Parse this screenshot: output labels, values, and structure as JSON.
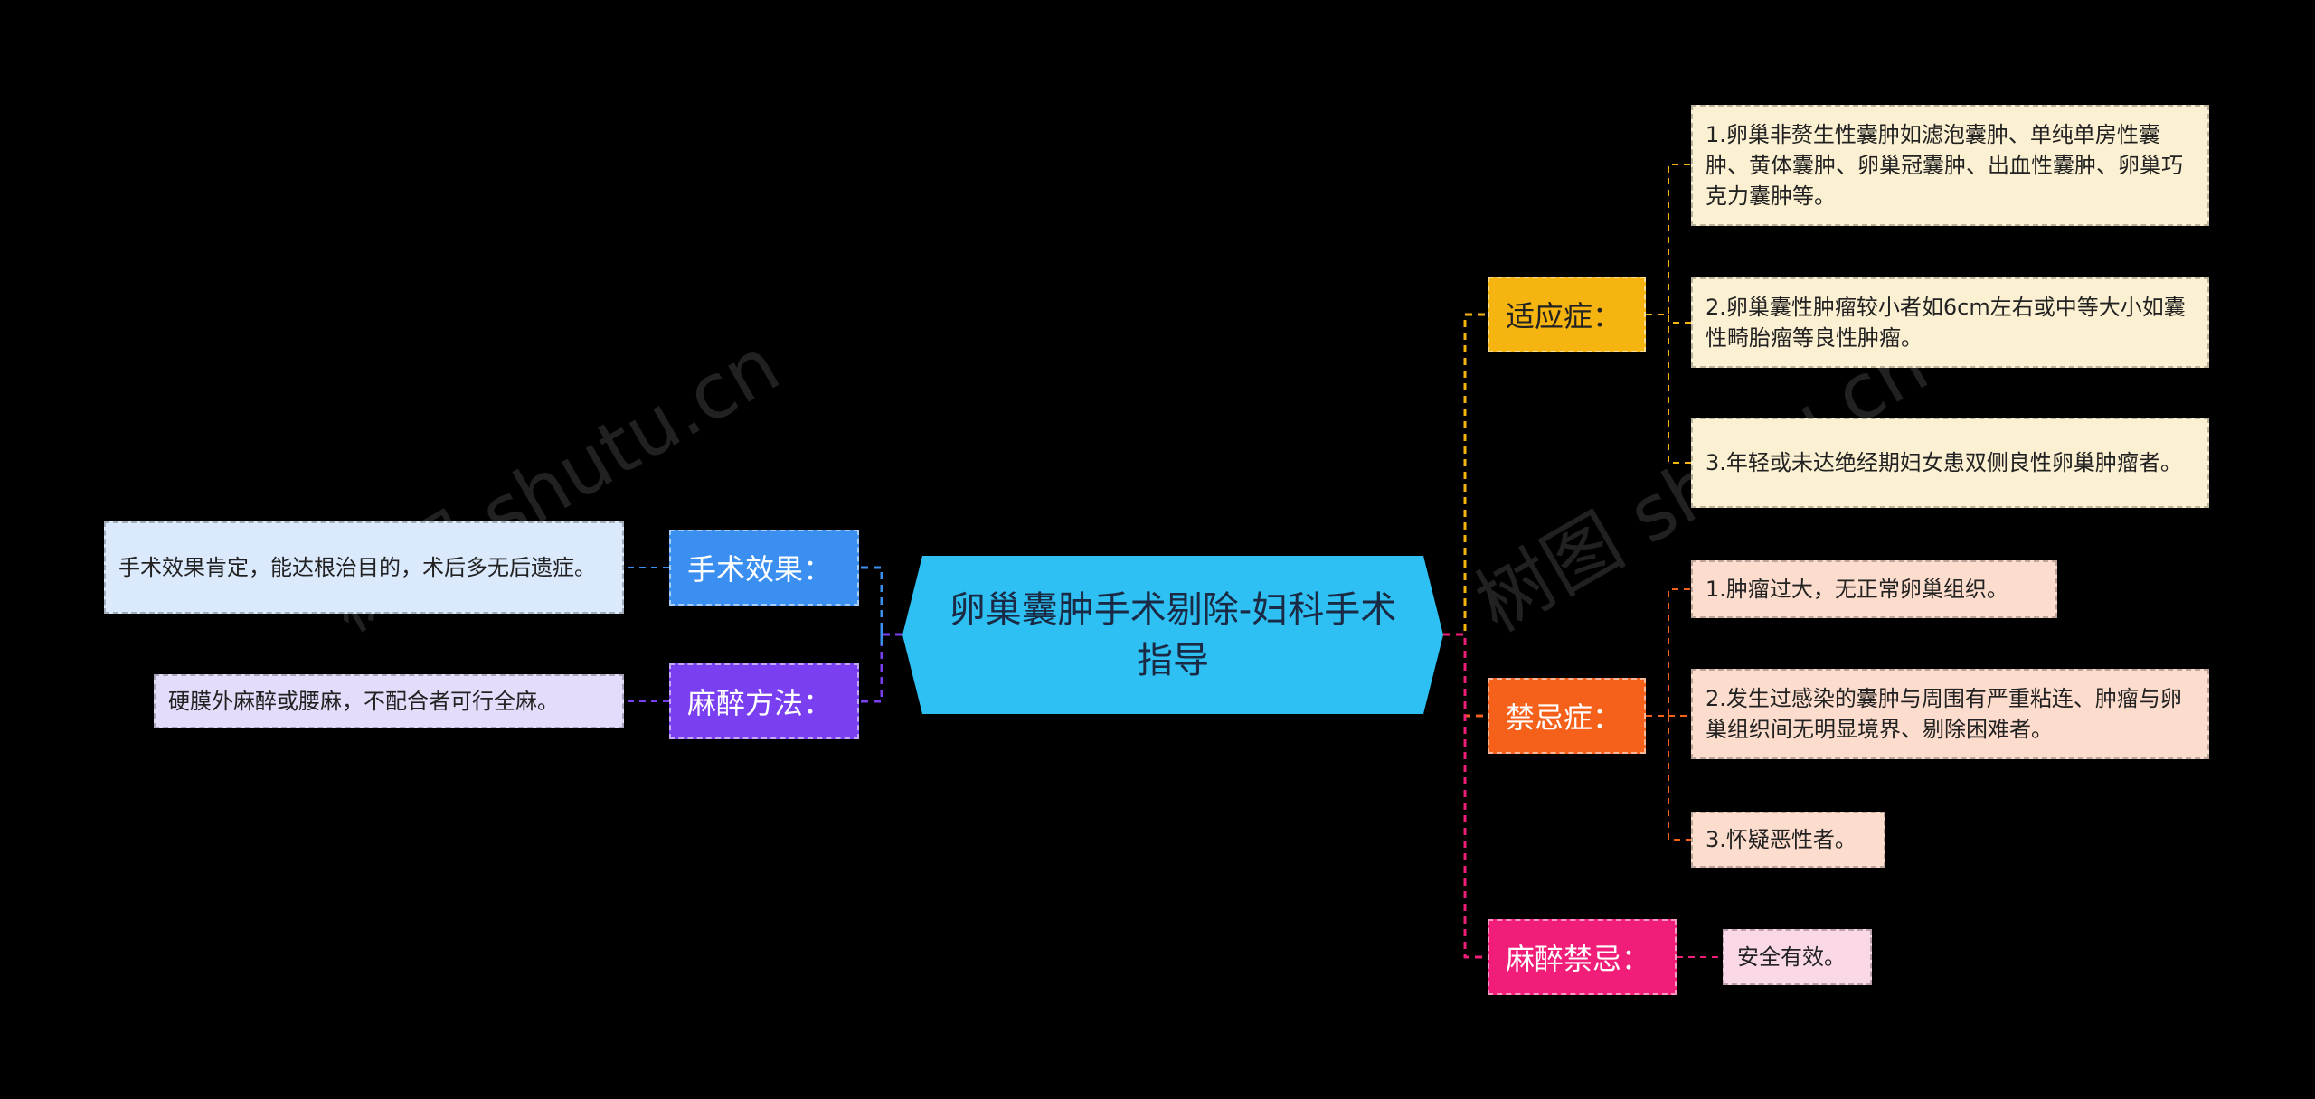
{
  "central": "卵巢囊肿手术剔除-妇科手术指导",
  "watermark": "树图 shutu.cn",
  "branches": {
    "effect": {
      "label": "手术效果：",
      "color": "#3a8ff0",
      "leaves": [
        "手术效果肯定，能达根治目的，术后多无后遗症。"
      ]
    },
    "anesthesia": {
      "label": "麻醉方法：",
      "color": "#7a3ff0",
      "leaves": [
        "硬膜外麻醉或腰麻，不配合者可行全麻。"
      ]
    },
    "indications": {
      "label": "适应症：",
      "color": "#f5b40f",
      "leaves": [
        "1.卵巢非赘生性囊肿如滤泡囊肿、单纯单房性囊肿、黄体囊肿、卵巢冠囊肿、出血性囊肿、卵巢巧克力囊肿等。",
        "2.卵巢囊性肿瘤较小者如6cm左右或中等大小如囊性畸胎瘤等良性肿瘤。",
        "3.年轻或未达绝经期妇女患双侧良性卵巢肿瘤者。"
      ]
    },
    "contraindications": {
      "label": "禁忌症：",
      "color": "#f5601a",
      "leaves": [
        "1.肿瘤过大，无正常卵巢组织。",
        "2.发生过感染的囊肿与周围有严重粘连、肿瘤与卵巢组织间无明显境界、剔除困难者。",
        "3.怀疑恶性者。"
      ]
    },
    "anesthesia_contra": {
      "label": "麻醉禁忌：",
      "color": "#f01e78",
      "leaves": [
        "安全有效。"
      ]
    }
  }
}
